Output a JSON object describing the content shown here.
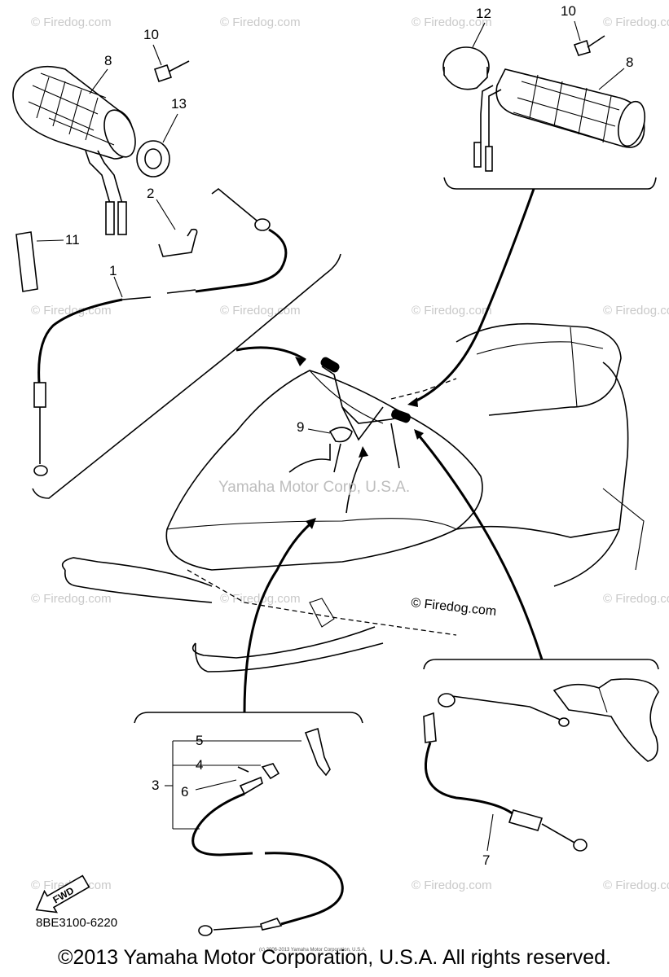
{
  "diagram": {
    "callouts": {
      "c1": "1",
      "c2": "2",
      "c3": "3",
      "c4": "4",
      "c5": "5",
      "c6": "6",
      "c7": "7",
      "c8_left": "8",
      "c8_right": "8",
      "c9": "9",
      "c10_left": "10",
      "c10_right": "10",
      "c11": "11",
      "c12": "12",
      "c13": "13"
    },
    "center_watermark": "Yamaha Motor Corp, U.S.A.",
    "firedog_label": "© Firedog.com",
    "watermark_text": "© Firedog.com",
    "fwd_label": "FWD",
    "part_number": "8BE3100-6220",
    "tiny_notice": "(c) 2006-2013 Yamaha Motor Corporation, U.S.A."
  },
  "footer": {
    "copyright": "©2013 Yamaha Motor Corporation, U.S.A. All rights reserved."
  }
}
